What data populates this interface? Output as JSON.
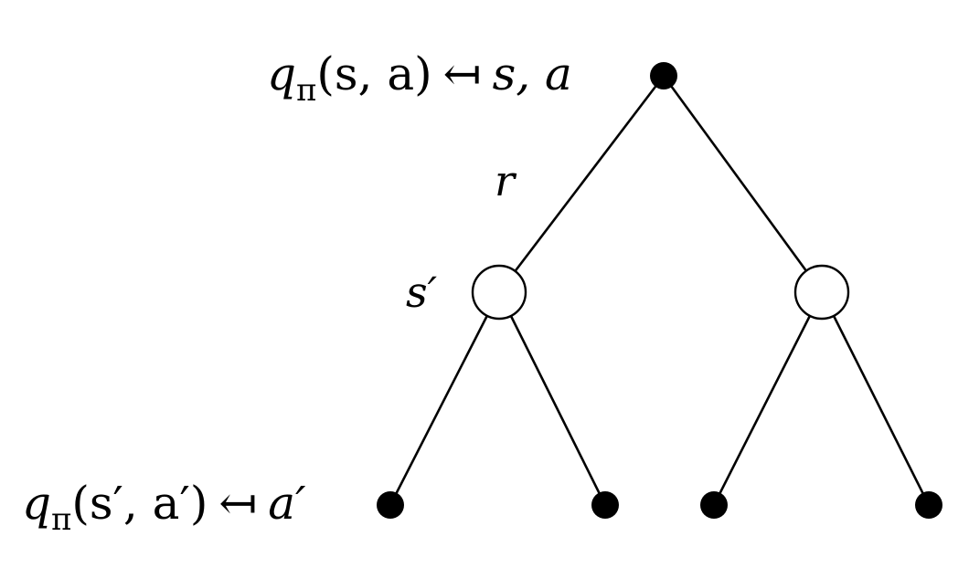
{
  "labels": {
    "root_q": "q",
    "root_q_sub": "π",
    "root_q_args": "(s, a)",
    "root_arrow": "↤",
    "root_sa": "s, a",
    "reward": "r",
    "state_next": "s′",
    "leaf_q": "q",
    "leaf_q_sub": "π",
    "leaf_q_args": "(s′, a′)",
    "leaf_arrow": "↤",
    "leaf_a": "a′"
  },
  "nodes": [
    {
      "id": "root",
      "kind": "action"
    },
    {
      "id": "state-left",
      "kind": "state"
    },
    {
      "id": "state-right",
      "kind": "state"
    },
    {
      "id": "leaf-1",
      "kind": "action"
    },
    {
      "id": "leaf-2",
      "kind": "action"
    },
    {
      "id": "leaf-3",
      "kind": "action"
    },
    {
      "id": "leaf-4",
      "kind": "action"
    }
  ],
  "edges": [
    {
      "from": "root",
      "to": "state-left"
    },
    {
      "from": "root",
      "to": "state-right"
    },
    {
      "from": "state-left",
      "to": "leaf-1"
    },
    {
      "from": "state-left",
      "to": "leaf-2"
    },
    {
      "from": "state-right",
      "to": "leaf-3"
    },
    {
      "from": "state-right",
      "to": "leaf-4"
    }
  ],
  "colors": {
    "ink": "#000000",
    "state_fill": "#ffffff",
    "background": "#ffffff"
  }
}
